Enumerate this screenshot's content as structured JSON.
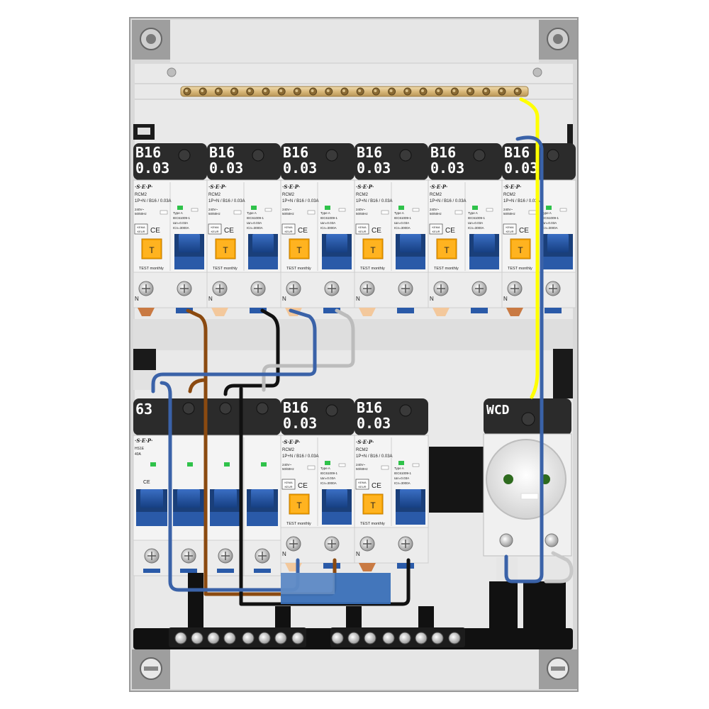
{
  "upper_rcbo_labels": [
    {
      "rating": "B16",
      "sensitivity": "0.03"
    },
    {
      "rating": "B16",
      "sensitivity": "0.03"
    },
    {
      "rating": "B16",
      "sensitivity": "0.03"
    },
    {
      "rating": "B16",
      "sensitivity": "0.03"
    },
    {
      "rating": "B16",
      "sensitivity": "0.03"
    },
    {
      "rating": "B16",
      "sensitivity": "0.03"
    }
  ],
  "lower_rcbo_labels": [
    {
      "rating": "B16",
      "sensitivity": "0.03"
    },
    {
      "rating": "B16",
      "sensitivity": "0.03"
    }
  ],
  "main_switch_label": "63",
  "socket_label": "WCD",
  "rcbo_face": {
    "brand": "·S·E·P·",
    "model": "RCM2",
    "spec": "1P+N / B16 / 0.03A",
    "voltage": "240V~",
    "freq": "50/60Hz",
    "type": "Type A",
    "standard": "IEC61009-1",
    "idn": "IΔn=0.03A",
    "icn": "ICn=3000A",
    "test": "TEST monthly",
    "test_button": "T",
    "kema": "KEMA KEUR",
    "ce": "CE",
    "neutral": "N"
  },
  "main_switch_face": {
    "brand": "·S·E·P·",
    "model": "HS1E",
    "rating": "40A"
  },
  "colors": {
    "enclosure": "#d8d8d8",
    "label_strip": "#2b2b2b",
    "breaker": "#f2f2f2",
    "toggle": "#1e4f9a",
    "test_button": "#f5a300",
    "busbar": "#e1c690",
    "wire_brown": "#8b4a10",
    "wire_blue": "#3a62a8",
    "wire_black": "#111111",
    "wire_grey": "#b8b8b8",
    "wire_yellow": "#ffff00",
    "rail": "#1a1a1a"
  }
}
